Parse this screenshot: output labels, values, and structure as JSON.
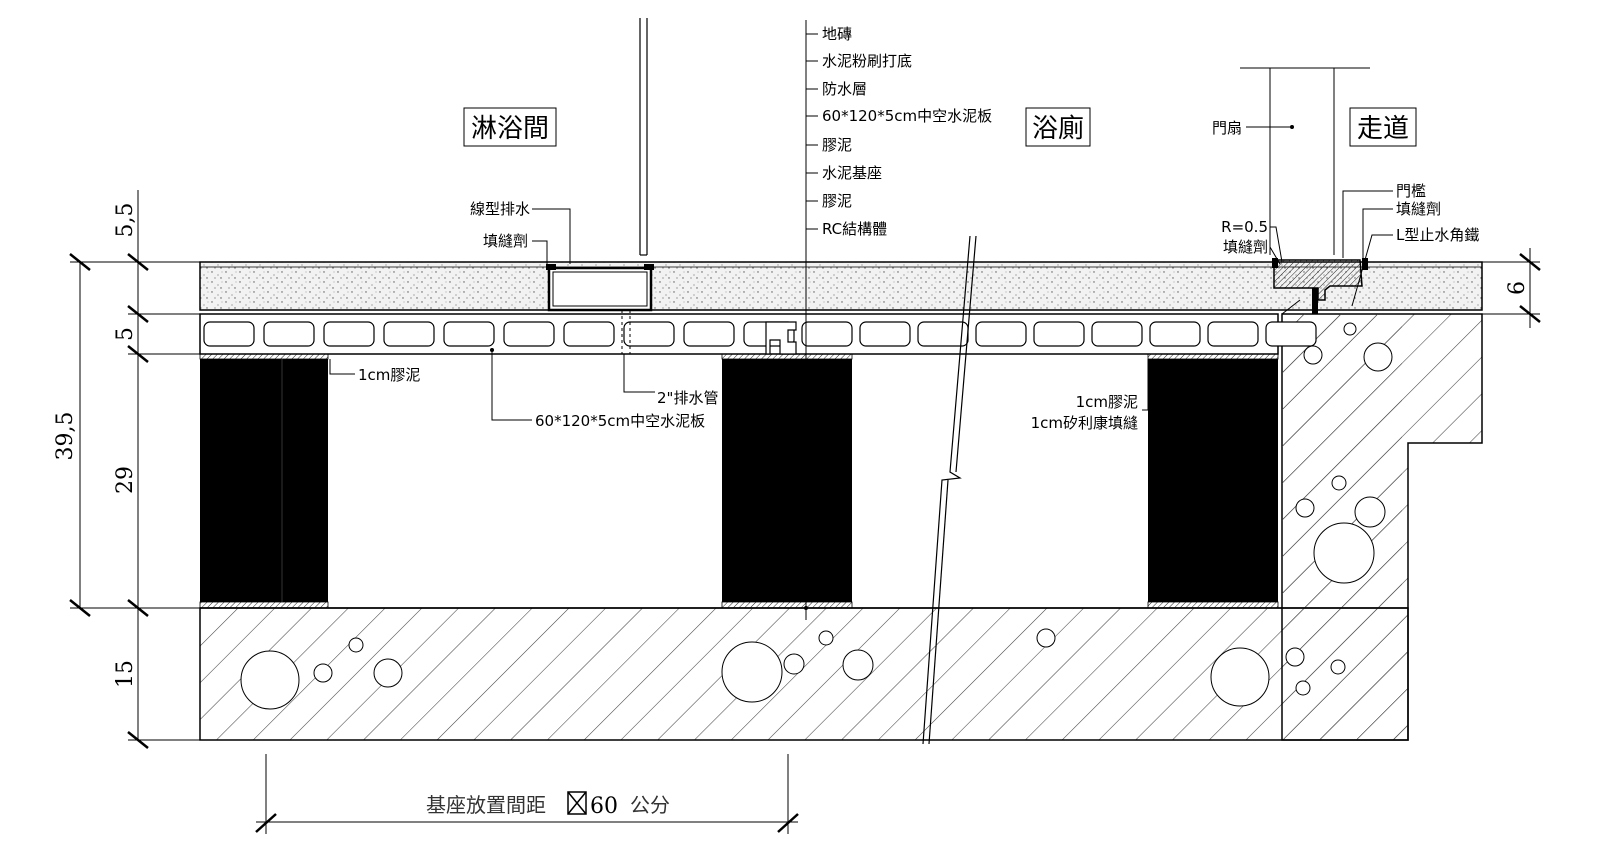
{
  "rooms": {
    "shower": "淋浴間",
    "bathroom": "浴廁",
    "corridor": "走道"
  },
  "layer_stack": [
    "地磚",
    "水泥粉刷打底",
    "防水層",
    "60*120*5cm中空水泥板",
    "膠泥",
    "水泥基座",
    "膠泥",
    "RC結構體"
  ],
  "labels": {
    "linear_drain": "線型排水",
    "sealant_left": "填縫劑",
    "mortar_1cm": "1cm膠泥",
    "drain_pipe": "2\"排水管",
    "hollow_board": "60*120*5cm中空水泥板",
    "mortar_1cm_right": "1cm膠泥",
    "silicone_joint": "1cm矽利康填縫",
    "door_leaf": "門扇",
    "threshold": "門檻",
    "sealant_threshold": "填縫劑",
    "radius": "R=0.5",
    "sealant_radius": "填縫劑",
    "l_angle": "L型止水角鐵"
  },
  "dimensions": {
    "d55": "5,5",
    "d5": "5",
    "d395": "39,5",
    "d29": "29",
    "d15": "15",
    "d6": "6"
  },
  "caption": {
    "text": "基座放置間距",
    "value": "60",
    "unit": "公分"
  }
}
